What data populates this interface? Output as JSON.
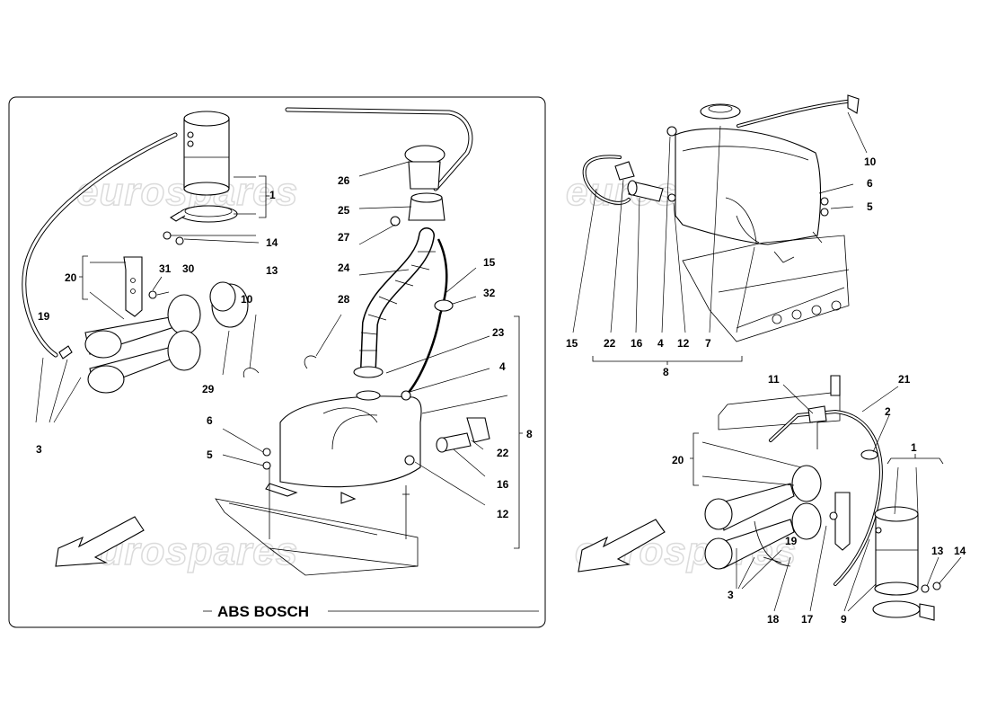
{
  "title_label": "ABS BOSCH",
  "watermark": "eurospares",
  "left_labels": [
    "1",
    "3",
    "4",
    "5",
    "6",
    "8",
    "10",
    "12",
    "13",
    "14",
    "15",
    "16",
    "19",
    "20",
    "22",
    "23",
    "24",
    "25",
    "26",
    "27",
    "28",
    "29",
    "30",
    "31",
    "32"
  ],
  "right_top_labels": [
    "4",
    "5",
    "6",
    "7",
    "8",
    "10",
    "12",
    "15",
    "16",
    "22"
  ],
  "right_bottom_labels": [
    "1",
    "2",
    "3",
    "9",
    "11",
    "13",
    "14",
    "17",
    "18",
    "19",
    "20",
    "21"
  ]
}
